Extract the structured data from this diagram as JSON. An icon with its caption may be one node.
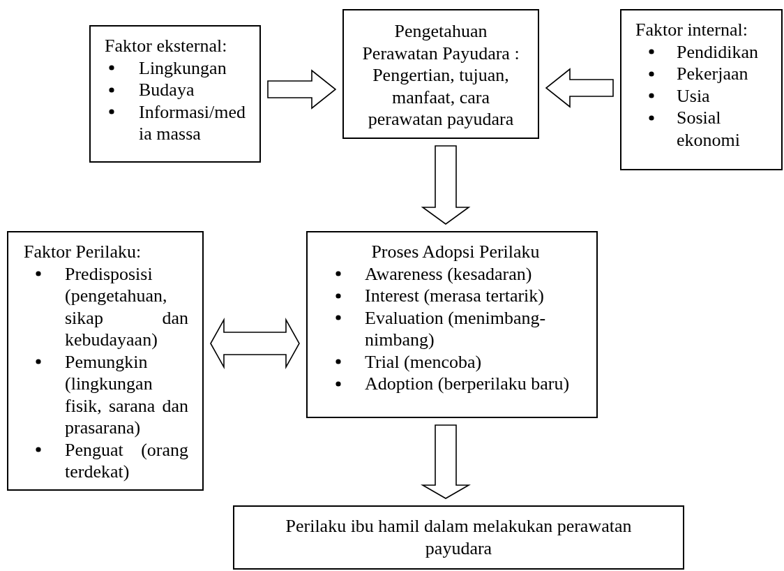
{
  "diagram": {
    "nodes": [
      {
        "text": [
          "Faktor eksternal:",
          "Lingkungan",
          "Budaya",
          "Informasi/med ia massa"
        ]
      },
      {
        "text": [
          "Pengetahuan Perawatan Payudara : Pengertian, tujuan, manfaat, cara perawatan payudara"
        ]
      },
      {
        "text": [
          "Faktor internal:",
          "Pendidikan",
          "Pekerjaan",
          "Usia",
          "Sosial ekonomi"
        ]
      },
      {
        "text": [
          "Faktor Perilaku:",
          "Predisposisi (pengetahuan, sikap dan kebudayaan)",
          "Pemungkin (lingkungan fisik, sarana dan prasarana)",
          "Penguat (orang terdekat)"
        ]
      },
      {
        "text": [
          "Proses Adopsi Perilaku",
          "Awareness (kesadaran)",
          "Interest (merasa tertarik)",
          "Evaluation (menimbang-nimbang)",
          "Trial (mencoba)",
          "Adoption (berperilaku baru)"
        ]
      },
      {
        "text": [
          "Perilaku ibu hamil dalam melakukan perawatan payudara"
        ]
      }
    ],
    "edges": [
      {
        "from": 0,
        "to": 1,
        "arrow": "to"
      },
      {
        "from": 2,
        "to": 1,
        "arrow": "to"
      },
      {
        "from": 1,
        "to": 4,
        "arrow": "to"
      },
      {
        "from": 3,
        "to": 4,
        "arrow": "both"
      },
      {
        "from": 4,
        "to": 5,
        "arrow": "to"
      }
    ]
  }
}
